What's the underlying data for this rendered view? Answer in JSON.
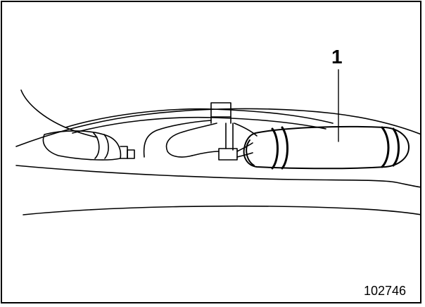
{
  "callout": {
    "number": "1"
  },
  "figure": {
    "id": "102746"
  },
  "colors": {
    "line": "#000000",
    "background": "#ffffff"
  },
  "icons": [
    "cylinder-part",
    "connector",
    "wire-harness"
  ]
}
